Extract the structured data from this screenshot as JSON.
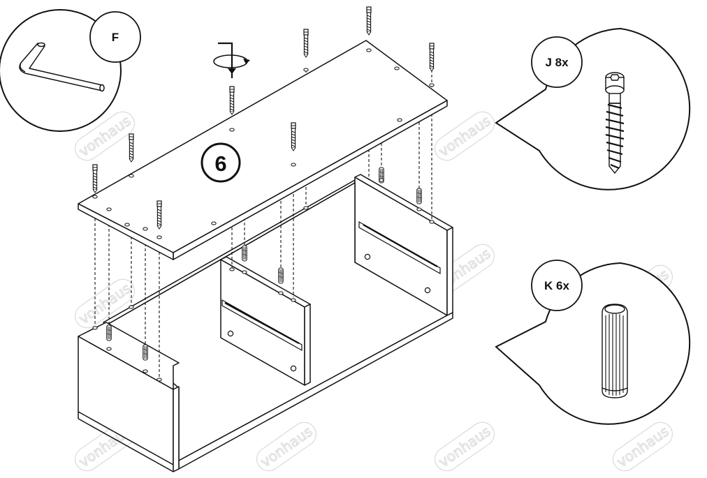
{
  "step": {
    "number": "6"
  },
  "tools": {
    "allen_key": {
      "label": "F",
      "icon": "allen-key-icon"
    }
  },
  "parts": [
    {
      "id": "J",
      "label": "J 8x",
      "part": "J",
      "quantity": 8,
      "icon": "cam-bolt-screw-icon"
    },
    {
      "id": "K",
      "label": "K 6x",
      "part": "K",
      "quantity": 6,
      "icon": "wooden-dowel-icon"
    }
  ],
  "watermark": {
    "text": "vonhaus",
    "color": "#d4d4d4"
  },
  "colors": {
    "line": "#111111",
    "panel": "#ffffff",
    "callout_stroke": "#111111"
  }
}
